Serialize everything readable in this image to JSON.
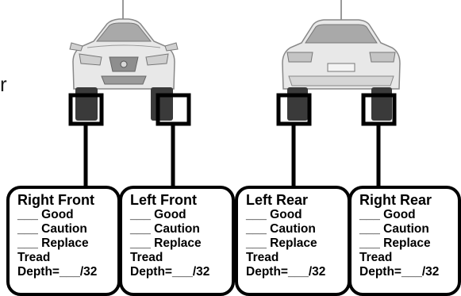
{
  "stray_letter": "r",
  "cards": [
    {
      "title": "Right Front",
      "good": "___ Good",
      "caution": "___ Caution",
      "replace": "___ Replace",
      "tread": "Tread",
      "depth": "Depth=___/32"
    },
    {
      "title": "Left Front",
      "good": "___ Good",
      "caution": "___ Caution",
      "replace": "___ Replace",
      "tread": "Tread",
      "depth": "Depth=___/32"
    },
    {
      "title": "Left Rear",
      "good": "___ Good",
      "caution": "___ Caution",
      "replace": "___ Replace",
      "tread": "Tread",
      "depth": "Depth=___/32"
    },
    {
      "title": "Right Rear",
      "good": "___ Good",
      "caution": "___ Caution",
      "replace": "___ Replace",
      "tread": "Tread",
      "depth": "Depth=___/32"
    }
  ]
}
